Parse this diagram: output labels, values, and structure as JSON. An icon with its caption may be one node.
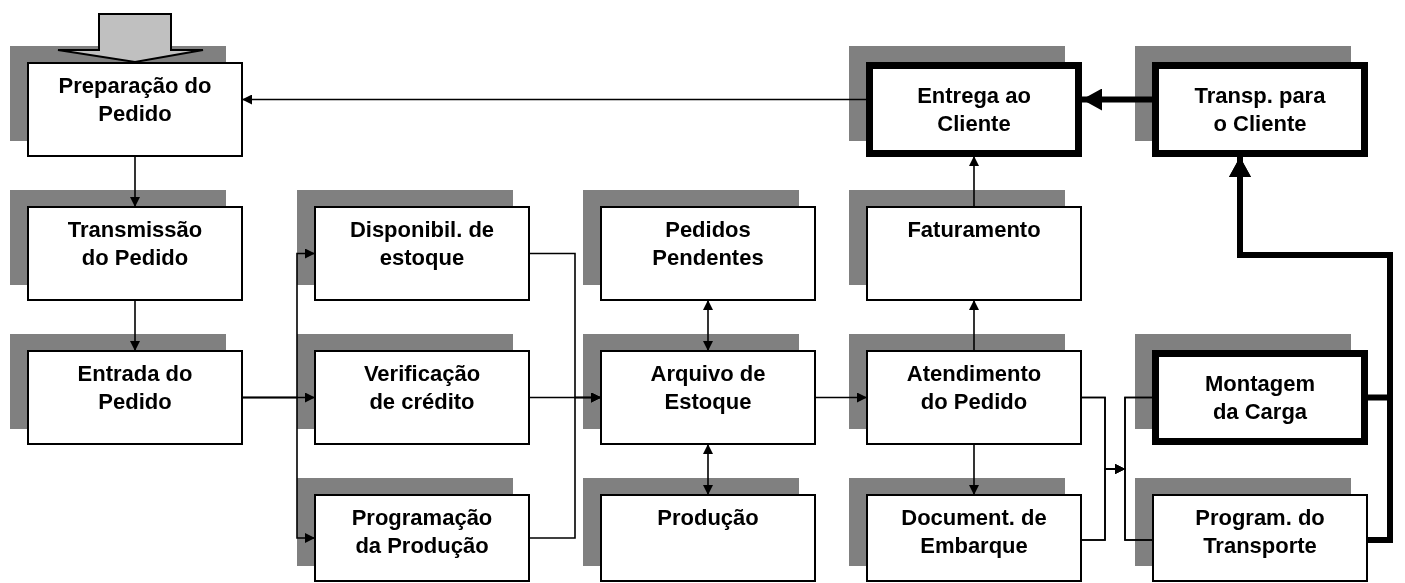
{
  "diagram": {
    "nodes": [
      {
        "text": [
          "Preparação do Pedido"
        ]
      },
      {
        "text": [
          "Entrega ao Cliente"
        ]
      },
      {
        "text": [
          "Transp. para o Cliente"
        ]
      },
      {
        "text": [
          "Transmissão do Pedido"
        ]
      },
      {
        "text": [
          "Disponibil. de estoque"
        ]
      },
      {
        "text": [
          "Pedidos Pendentes"
        ]
      },
      {
        "text": [
          "Faturamento"
        ]
      },
      {
        "text": [
          "Entrada do Pedido"
        ]
      },
      {
        "text": [
          "Verificação de crédito"
        ]
      },
      {
        "text": [
          "Arquivo de Estoque"
        ]
      },
      {
        "text": [
          "Atendimento do Pedido"
        ]
      },
      {
        "text": [
          "Montagem da Carga"
        ]
      },
      {
        "text": [
          "Programação da Produção"
        ]
      },
      {
        "text": [
          "Produção"
        ]
      },
      {
        "text": [
          "Document. de Embarque"
        ]
      },
      {
        "text": [
          "Program. do Transporte"
        ]
      }
    ],
    "edges": [
      {
        "from": null,
        "to": 0,
        "arrow": "to",
        "style": "thick",
        "color": "#c0c0c0"
      },
      {
        "from": 1,
        "to": 0,
        "arrow": "to"
      },
      {
        "from": 2,
        "to": 1,
        "arrow": "to",
        "style": "thick"
      },
      {
        "from": 0,
        "to": 3,
        "arrow": "to"
      },
      {
        "from": 3,
        "to": 7,
        "arrow": "to"
      },
      {
        "from": 7,
        "to": 4,
        "arrow": "to"
      },
      {
        "from": 7,
        "to": 8,
        "arrow": "to"
      },
      {
        "from": 7,
        "to": 12,
        "arrow": "to"
      },
      {
        "from": 4,
        "to": 9,
        "arrow": "to"
      },
      {
        "from": 8,
        "to": 9,
        "arrow": "to"
      },
      {
        "from": 12,
        "to": 9,
        "arrow": "to"
      },
      {
        "from": 9,
        "to": 5,
        "arrow": "both"
      },
      {
        "from": 9,
        "to": 13,
        "arrow": "both"
      },
      {
        "from": 9,
        "to": 10,
        "arrow": "to"
      },
      {
        "from": 10,
        "to": 6,
        "arrow": "to"
      },
      {
        "from": 6,
        "to": 1,
        "arrow": "to"
      },
      {
        "from": 10,
        "to": 14,
        "arrow": "to"
      },
      {
        "from": 10,
        "to": 11,
        "arrow": "to"
      },
      {
        "from": 10,
        "to": 15,
        "arrow": "to"
      },
      {
        "from": 14,
        "to": 11,
        "arrow": "to"
      },
      {
        "from": 14,
        "to": 15,
        "arrow": "to"
      },
      {
        "from": 11,
        "to": 2,
        "arrow": "to",
        "style": "thick"
      },
      {
        "from": 15,
        "to": 2,
        "arrow": "to",
        "style": "thick"
      }
    ]
  }
}
